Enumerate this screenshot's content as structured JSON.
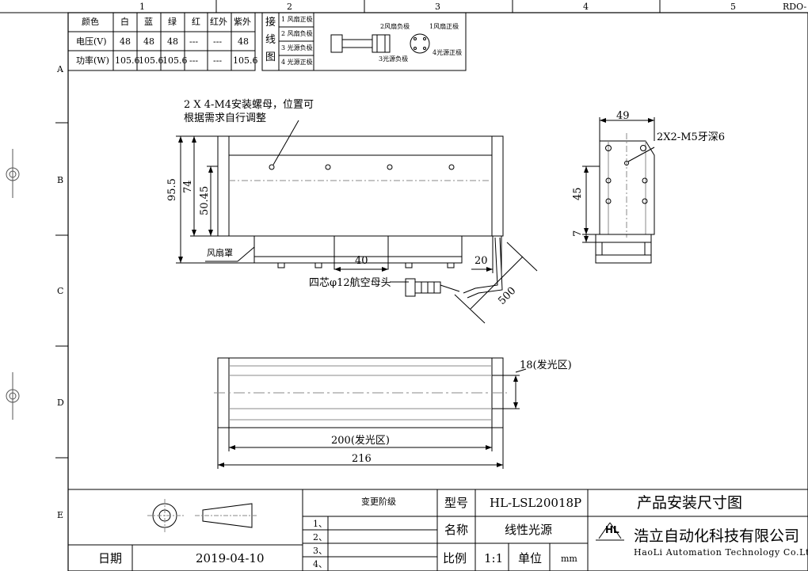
{
  "grid": {
    "columns": [
      "1",
      "2",
      "3",
      "4",
      "5"
    ],
    "rows": [
      "A",
      "B",
      "C",
      "D",
      "E"
    ],
    "revision_code": "RDO-"
  },
  "spec_table": {
    "headers": [
      "颜色",
      "白",
      "蓝",
      "绿",
      "红",
      "红外",
      "紫外"
    ],
    "rows": [
      [
        "电压(V)",
        "48",
        "48",
        "48",
        "---",
        "---",
        "48"
      ],
      [
        "功率(W)",
        "105.6",
        "105.6",
        "105.6",
        "---",
        "---",
        "105.6"
      ]
    ]
  },
  "wiring": {
    "title_chars": [
      "接",
      "线",
      "图"
    ],
    "pins": [
      "1 风扇正极",
      "2 风扇负极",
      "3 光源负极",
      "4 光源正极"
    ],
    "connector_labels": {
      "fan_neg": "2风扇负极",
      "fan_pos": "1风扇正极",
      "light_neg": "3光源负极",
      "light_pos": "4光源正极"
    }
  },
  "front_view": {
    "note_line1": "2 X 4-M4安装螺母，位置可",
    "note_line2": "根据需求自行调整",
    "dim_total_height": "95.5",
    "dim_height": "74",
    "dim_inner_height": "50.45",
    "fan_cover_label": "风扇罩",
    "dim_connector_width": "40",
    "dim_side": "20",
    "dim_cable": "500",
    "connector_label": "四芯φ12航空母头"
  },
  "side_view": {
    "dim_width": "49",
    "thread_note": "2X2-M5牙深6",
    "dim_45": "45",
    "dim_7": "7"
  },
  "bottom_view": {
    "dim_emit_width": "18(发光区)",
    "dim_emit_length": "200(发光区)",
    "dim_total_length": "216"
  },
  "title_block": {
    "revision_title": "变更阶级",
    "revision_rows": [
      "1、",
      "2、",
      "3、",
      "4、"
    ],
    "model_label": "型号",
    "model_value": "HL-LSL20018P",
    "name_label": "名称",
    "name_value": "线性光源",
    "scale_label": "比例",
    "scale_value": "1:1",
    "unit_label": "单位",
    "unit_value": "mm",
    "drawing_title": "产品安装尺寸图",
    "company_cn": "浩立自动化科技有限公司",
    "company_en": "HaoLi Automation Technology Co.Ltd",
    "logo_text": "HL",
    "date_label": "日期",
    "date_value": "2019-04-10"
  }
}
